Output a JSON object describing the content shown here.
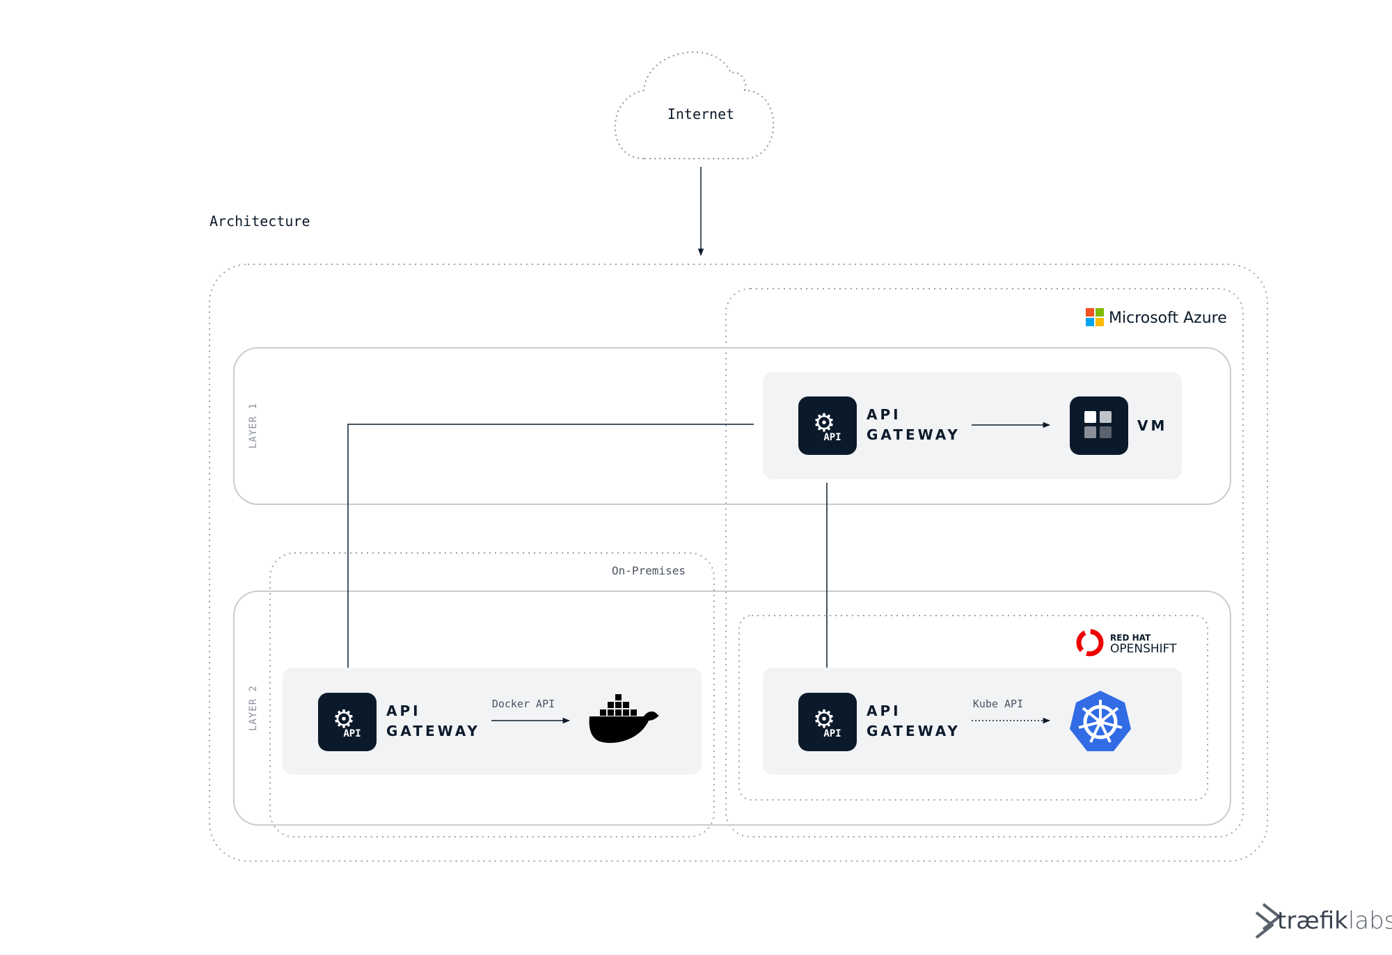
{
  "internet": {
    "label": "Internet"
  },
  "architecture": {
    "title": "Architecture"
  },
  "azure": {
    "label": "Microsoft Azure",
    "logo_colors": [
      "#f25022",
      "#7fba00",
      "#00a4ef",
      "#ffb900"
    ]
  },
  "on_premises": {
    "label": "On-Premises"
  },
  "openshift": {
    "label_top": "RED HAT",
    "label_bottom": "OPENSHIFT",
    "color": "#ee0000"
  },
  "layers": [
    {
      "label": "LAYER 1"
    },
    {
      "label": "LAYER 2"
    }
  ],
  "gateway": {
    "icon_text": "API",
    "line1": "API",
    "line2": "GATEWAY"
  },
  "vm": {
    "label": "VM"
  },
  "connections": {
    "docker": "Docker API",
    "kube": "Kube API"
  },
  "brand": {
    "traefik": "træfik",
    "labs": "labs"
  },
  "colors": {
    "dark": "#0b1a2b",
    "panel": "#f2f3f5",
    "kubernetes": "#326ce5"
  }
}
